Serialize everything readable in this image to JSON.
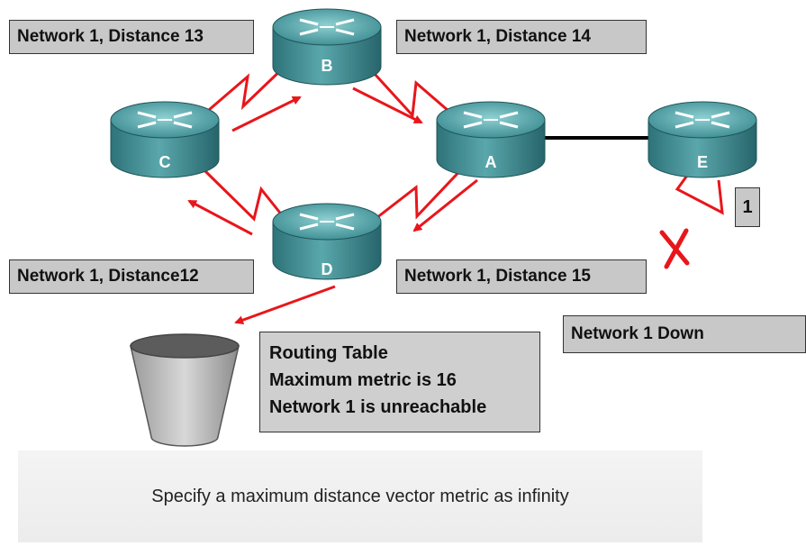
{
  "routers": {
    "a": "A",
    "b": "B",
    "c": "C",
    "d": "D",
    "e": "E"
  },
  "labels": {
    "c_to_b": "Network 1, Distance 13",
    "b_to_a": "Network 1, Distance 14",
    "c_from_d": "Network 1, Distance12",
    "a_to_d": "Network 1, Distance 15",
    "network_down": "Network 1 Down",
    "e_link_metric": "1"
  },
  "routing_table": {
    "line1": "Routing Table",
    "line2": "Maximum metric is 16",
    "line3": "Network 1 is unreachable"
  },
  "caption": "Specify a maximum distance vector metric as infinity",
  "colors": {
    "serial_link": "#e8161b",
    "arrow": "#e8161b",
    "ethernet": "#000000",
    "router_body": "#3f8f95",
    "label_box": "#c8c8c8"
  }
}
